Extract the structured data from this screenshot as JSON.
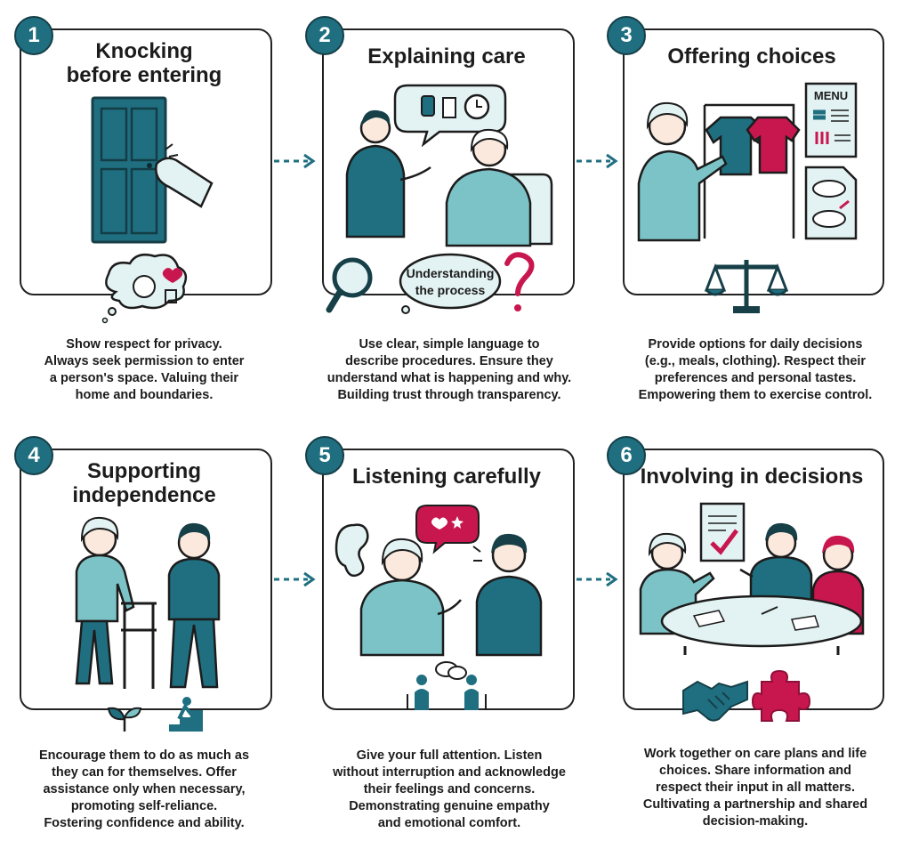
{
  "steps": [
    {
      "number": "1",
      "title_lines": [
        "Knocking",
        "before entering"
      ],
      "desc_lines": [
        "Show respect for privacy.",
        "Always seek permission to enter",
        "a person's space. Valuing their",
        "home and boundaries."
      ]
    },
    {
      "number": "2",
      "title_lines": [
        "Explaining care"
      ],
      "bubble_lines": [
        "Understanding",
        "the process"
      ],
      "desc_lines": [
        "Use clear, simple language to",
        "describe procedures. Ensure they",
        "understand what is happening and why.",
        "Building trust through transparency."
      ]
    },
    {
      "number": "3",
      "title_lines": [
        "Offering choices"
      ],
      "menu_label": "MENU",
      "desc_lines": [
        "Provide options for daily decisions",
        "(e.g., meals, clothing). Respect their",
        "preferences and personal tastes.",
        "Empowering them to exercise control."
      ]
    },
    {
      "number": "4",
      "title_lines": [
        "Supporting",
        "independence"
      ],
      "desc_lines": [
        "Encourage them to do as much as",
        "they can for themselves. Offer",
        "assistance only when necessary,",
        "promoting self-reliance.",
        "Fostering confidence and ability."
      ]
    },
    {
      "number": "5",
      "title_lines": [
        "Listening carefully"
      ],
      "desc_lines": [
        "Give your full attention. Listen",
        "without interruption and acknowledge",
        "their feelings and concerns.",
        "Demonstrating genuine empathy",
        "and emotional comfort."
      ]
    },
    {
      "number": "6",
      "title_lines": [
        "Involving in decisions"
      ],
      "desc_lines": [
        "Work together on care plans and life",
        "choices. Share information and",
        "respect their input in all matters.",
        "Cultivating a partnership and shared",
        "decision-making."
      ]
    }
  ],
  "colors": {
    "teal": "#1f6f80",
    "teal_light": "#7cc3c7",
    "magenta": "#c8174f",
    "ink": "#1c1c1c",
    "pale": "#e3f2f2"
  }
}
